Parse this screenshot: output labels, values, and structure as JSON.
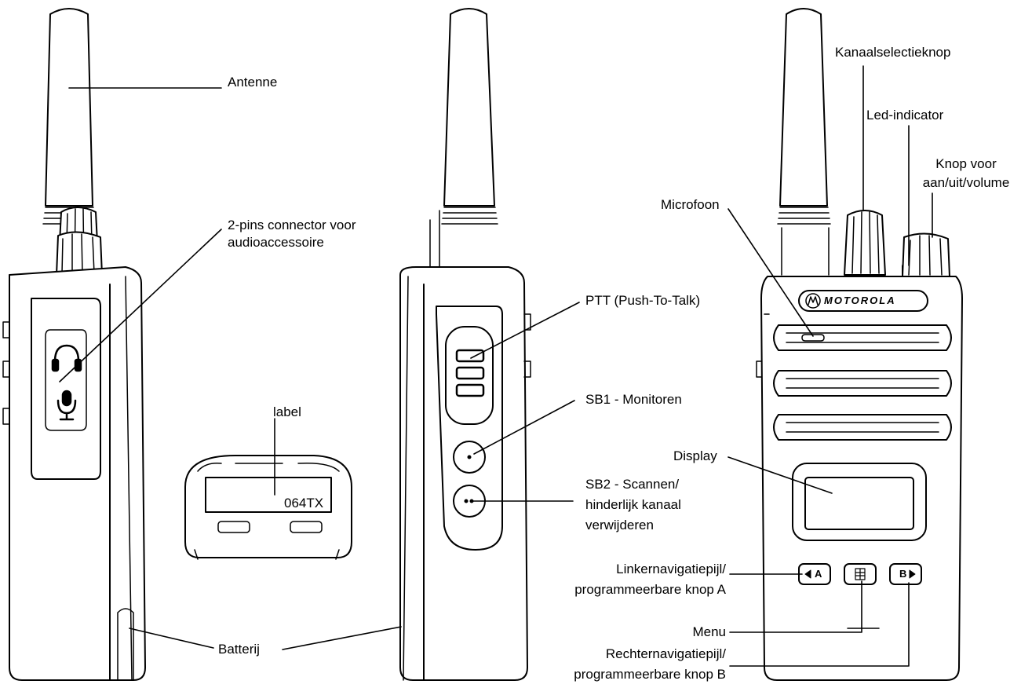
{
  "labels": {
    "antenne": "Antenne",
    "connector_line1": "2-pins connector voor",
    "connector_line2": "audioaccessoire",
    "label_text": "label",
    "model_text": "064TX",
    "batterij": "Batterij",
    "ptt": "PTT (Push-To-Talk)",
    "sb1": "SB1 - Monitoren",
    "sb2_line1": "SB2 - Scannen/",
    "sb2_line2": "hinderlijk kanaal",
    "sb2_line3": "verwijderen",
    "kanaal": "Kanaalselectieknop",
    "led": "Led-indicator",
    "knop_line1": "Knop voor",
    "knop_line2": "aan/uit/volume",
    "microfoon": "Microfoon",
    "display": "Display",
    "links_line1": "Linkernavigatiepijl/",
    "links_line2": "programmeerbare knop A",
    "menu": "Menu",
    "rechts_line1": "Rechternavigatiepijl/",
    "rechts_line2": "programmeerbare knop B"
  },
  "device": {
    "brand": "MOTOROLA",
    "key_a": "A",
    "key_b": "B"
  },
  "icons": [
    "headset-icon",
    "microphone-icon",
    "motorola-logo-icon",
    "menu-key-icon"
  ],
  "colors": {
    "line": "#000000",
    "body_fill": "#ffffff"
  }
}
